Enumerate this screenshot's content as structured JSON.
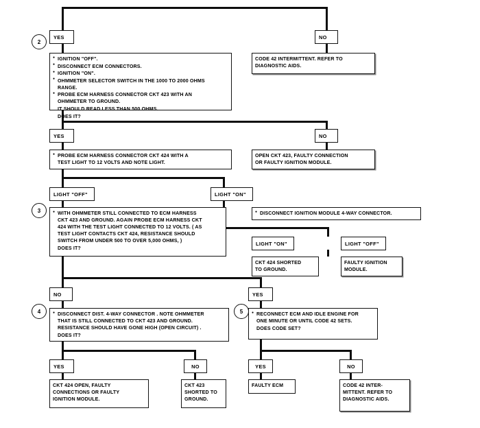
{
  "document": {
    "title": "Code 42 Diagnostic Chart (continued)",
    "type": "automotive-diagnostic-flowchart"
  },
  "steps": [
    {
      "number": "2",
      "lines": [
        {
          "bullet": true,
          "text": "IGNITION \"OFF\"."
        },
        {
          "bullet": true,
          "text": "DISCONNECT ECM CONNECTORS."
        },
        {
          "bullet": true,
          "text": "IGNITION \"ON\"."
        },
        {
          "bullet": true,
          "text": "OHMMETER SELECTOR SWITCH IN THE 1000 TO 2000 OHMS\nRANGE."
        },
        {
          "bullet": true,
          "text": "PROBE ECM HARNESS CONNECTOR CKT 423  WITH AN\nOHMMETER TO GROUND."
        },
        {
          "bullet": false,
          "text": "IT SHOULD READ LESS THAN 500 OHMS."
        },
        {
          "bullet": false,
          "text": "DOES IT?"
        }
      ]
    },
    {
      "number": "3",
      "lines": [
        {
          "bullet": true,
          "text": "WITH OHMMETER STILL CONNECTED TO ECM HARNESS\nCKT 423 AND GROUND. AGAIN PROBE ECM HARNESS CKT\n424 WITH THE TEST LIGHT CONNECTED TO 12 VOLTS.  ( AS\nTEST LIGHT CONTACTS CKT 424, RESISTANCE SHOULD\nSWITCH FROM UNDER 500 TO OVER 5,000 OHMS, )"
        },
        {
          "bullet": false,
          "text": "DOES IT?"
        }
      ]
    },
    {
      "number": "4",
      "lines": [
        {
          "bullet": true,
          "text": "DISCONNECT DIST. 4-WAY CONNECTOR . NOTE OHMMETER\nTHAT IS STILL CONNECTED TO CKT 423  AND GROUND.\nRESISTANCE SHOULD HAVE GONE HIGH (OPEN CIRCUIT) ."
        },
        {
          "bullet": false,
          "text": "DOES IT?"
        }
      ]
    },
    {
      "number": "5",
      "lines": [
        {
          "bullet": true,
          "text": "RECONNECT ECM AND IDLE ENGINE FOR\nONE MINUTE OR UNTIL CODE 42 SETS."
        },
        {
          "bullet": false,
          "text": "DOES CODE SET?"
        }
      ]
    }
  ],
  "action_boxes": {
    "probe_ckt424": {
      "lines": [
        {
          "bullet": true,
          "text": "PROBE ECM HARNESS CONNECTOR CKT 424 WITH A\nTEST LIGHT TO 12  VOLTS AND NOTE LIGHT."
        }
      ]
    },
    "disconnect_ignition_module": {
      "lines": [
        {
          "bullet": true,
          "text": "DISCONNECT IGNITION MODULE 4-WAY CONNECTOR."
        }
      ]
    }
  },
  "results": {
    "code42_intermittent_top": "CODE 42 INTERMITTENT.  REFER TO\nDIAGNOSTIC AIDS.",
    "open_ckt423": "OPEN CKT 423, FAULTY CONNECTION\nOR FAULTY IGNITION MODULE.",
    "ckt424_shorted": "CKT 424  SHORTED\nTO GROUND.",
    "faulty_ignition_module": "FAULTY IGNITION\nMODULE.",
    "ckt424_open": "CKT 424 OPEN, FAULTY\nCONNECTIONS OR FAULTY\nIGNITION MODULE.",
    "ckt423_shorted": "CKT 423\nSHORTED TO\nGROUND.",
    "faulty_ecm": "FAULTY ECM",
    "code42_intermittent_bottom": "CODE 42 INTER-\nMITTENT.  REFER TO\nDIAGNOSTIC AIDS."
  },
  "branch_labels": {
    "yes_top_left": "YES",
    "no_top_right": "NO",
    "yes_step2_left": "YES",
    "no_step2_right": "NO",
    "light_off_step3": "LIGHT \"OFF\"",
    "light_on_step3": "LIGHT \"ON\"",
    "light_on_module": "LIGHT \"ON\"",
    "light_off_module": "LIGHT \"OFF\"",
    "no_step3_left": "NO",
    "yes_step3_right": "YES",
    "yes_step4_left": "YES",
    "no_step4_right": "NO",
    "yes_step5_left": "YES",
    "no_step5_right": "NO"
  }
}
